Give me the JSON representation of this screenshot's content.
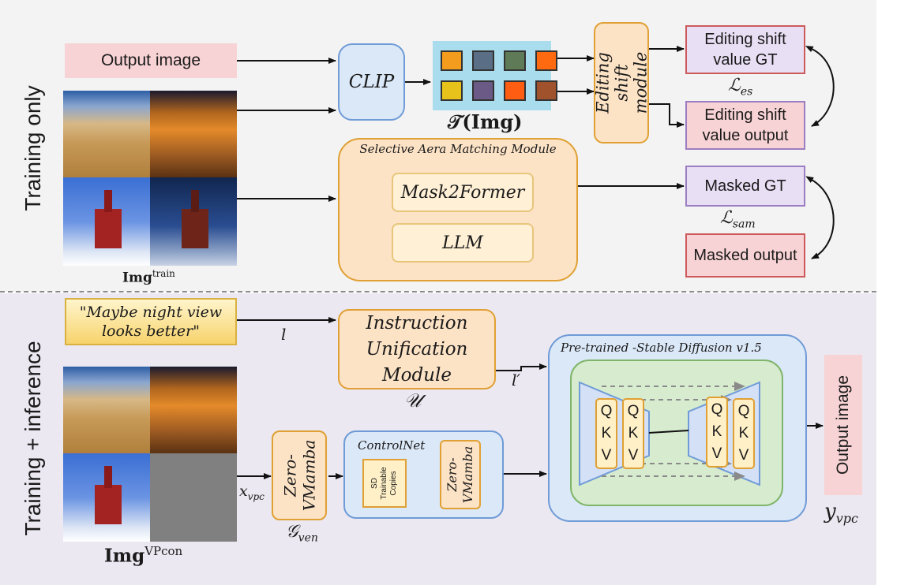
{
  "side_labels": {
    "top": "Training only",
    "bottom": "Training + inference"
  },
  "top": {
    "output_image_label": "Output image",
    "clip_label": "CLIP",
    "token_caption": "𝒯(Img)",
    "editing_shift_module": "Editing shift module",
    "es_gt": "Editing shift value GT",
    "es_output": "Editing shift value output",
    "loss_es": "ℒ",
    "loss_es_sub": "es",
    "sam_title": "Selective Aera Matching Module",
    "mask2former": "Mask2Former",
    "llm": "LLM",
    "masked_gt": "Masked GT",
    "masked_output": "Masked output",
    "loss_sam": "ℒ",
    "loss_sam_sub": "sam",
    "img_caption": "Img",
    "img_caption_sup": "train",
    "token_colors": {
      "row1": [
        "#f39c1e",
        "#5a6f86",
        "#5f7a56",
        "#ff6a10"
      ],
      "row2": [
        "#e6c21a",
        "#6b5a86",
        "#ff5e12",
        "#a0522d"
      ]
    }
  },
  "bottom": {
    "instruction_text": "\"Maybe night view looks better\"",
    "l_label": "l",
    "l_prime_label": "l′",
    "iu_module": "Instruction Unification Module",
    "u_symbol": "𝒰",
    "sd_title": "Pre-trained -Stable Diffusion v1.5",
    "qkv": [
      "Q",
      "K",
      "V"
    ],
    "controlnet_title": "ControlNet",
    "sd_copies": "SD Trainable Copies",
    "zero_vmamba": "Zero-VMamba",
    "g_symbol": "𝒢",
    "g_sub": "ven",
    "x_symbol": "x",
    "x_sub": "vpc",
    "output_image_label": "Output image",
    "y_symbol": "y",
    "y_sub": "vpc",
    "img_caption": "Img",
    "img_caption_sup": "VPcon"
  },
  "colors": {
    "pink_fill": "#f8d3d5",
    "pink_border": "#cc5a5a",
    "purple_fill": "#e9dff5",
    "purple_border": "#9b7dc1",
    "orange_fill": "#fde3c6",
    "orange_border": "#e0a033",
    "blue_fill": "#dbe8f8",
    "blue_border": "#6f9bd6",
    "green_fill": "#d7ebcf",
    "green_border": "#7fb56a",
    "yellow_fill": "#fff2c4",
    "yellow_border": "#d9b140"
  }
}
